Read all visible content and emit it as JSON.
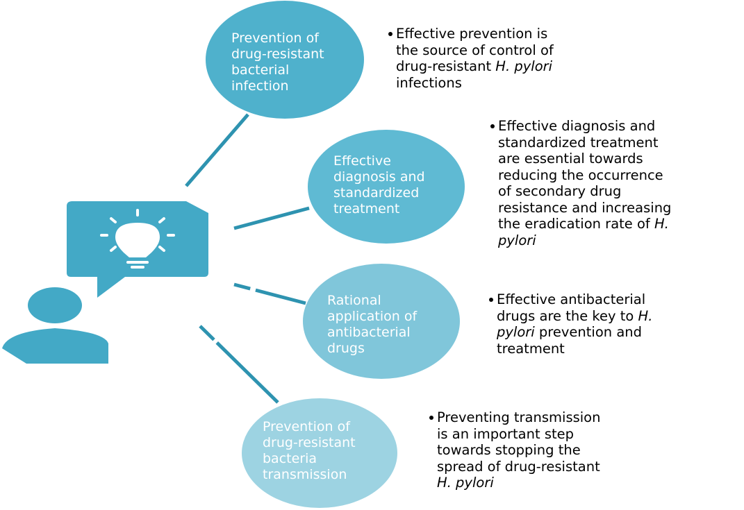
{
  "colors": {
    "icon": "#43a9c6",
    "line": "#2e93b0",
    "circle1": "#4fb1cc",
    "circle2": "#5fbad3",
    "circle3": "#80c6da",
    "circle4": "#9dd3e2"
  },
  "icons": [
    "person-icon",
    "speech-bubble-icon",
    "lightbulb-icon"
  ],
  "circles": [
    {
      "lines": [
        "Prevention of",
        "drug-resistant",
        "bacterial",
        "infection"
      ]
    },
    {
      "lines": [
        "Effective",
        "diagnosis and",
        "standardized",
        "treatment"
      ]
    },
    {
      "lines": [
        "Rational",
        "application of",
        "antibacterial",
        "drugs"
      ]
    },
    {
      "lines": [
        "Prevention of",
        "drug-resistant",
        "bacteria",
        "transmission"
      ]
    }
  ],
  "bullets": [
    {
      "lines": [
        [
          "Effective prevention is"
        ],
        [
          "the source of control of"
        ],
        [
          "drug-resistant ",
          "H. pylori"
        ],
        [
          "infections"
        ]
      ]
    },
    {
      "lines": [
        [
          "Effective diagnosis and"
        ],
        [
          "standardized treatment"
        ],
        [
          "are essential towards"
        ],
        [
          "reducing the occurrence"
        ],
        [
          "of secondary drug"
        ],
        [
          "resistance and increasing"
        ],
        [
          "the eradication rate of ",
          "H."
        ],
        [
          "pylori"
        ]
      ]
    },
    {
      "lines": [
        [
          "Effective antibacterial"
        ],
        [
          "drugs are the key to ",
          "H."
        ],
        [
          "pylori",
          " prevention and"
        ],
        [
          "treatment"
        ]
      ]
    },
    {
      "lines": [
        [
          "Preventing transmission"
        ],
        [
          "is an important step"
        ],
        [
          "towards stopping the"
        ],
        [
          "spread of drug-resistant"
        ],
        [
          "H. pylori"
        ]
      ]
    }
  ]
}
